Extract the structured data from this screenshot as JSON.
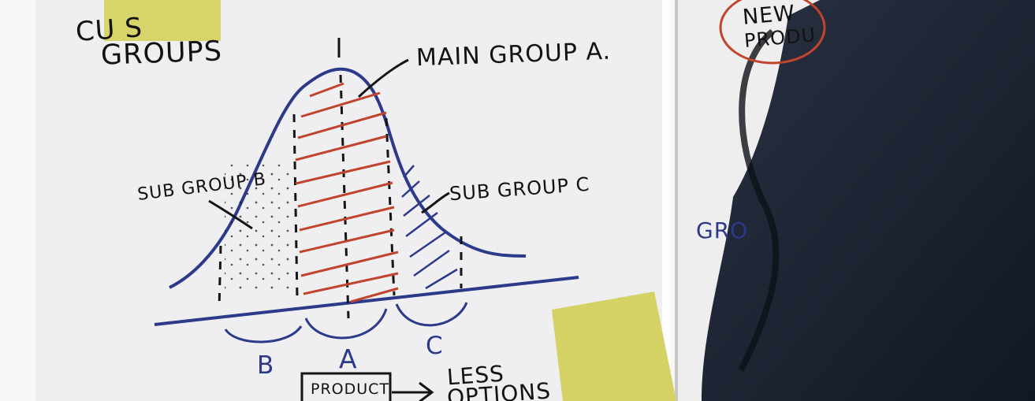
{
  "sheet_left": {
    "title_line1": "CU      S",
    "title_line2": "GROUPS",
    "annotations": {
      "main_group": "MAIN GROUP  A.",
      "sub_group_b": "SUB GROUP B",
      "sub_group_c": "SUB GROUP C"
    },
    "segment_labels": [
      "B",
      "A",
      "C"
    ],
    "box_text": "PRODUCT",
    "arrow_text_line1": "LESS",
    "arrow_text_line2": "OPTIONS"
  },
  "sheet_right": {
    "circled_text_line1": "NEW",
    "circled_text_line2": "PRODU",
    "partial_blue_text": "GRO"
  },
  "colors": {
    "paper": "#f2f1f3",
    "ink_black": "#151515",
    "ink_blue": "#2d3a8a",
    "ink_red": "#c1442e",
    "sticky_note": "#d7d56a",
    "jacket": "#1d2433"
  }
}
